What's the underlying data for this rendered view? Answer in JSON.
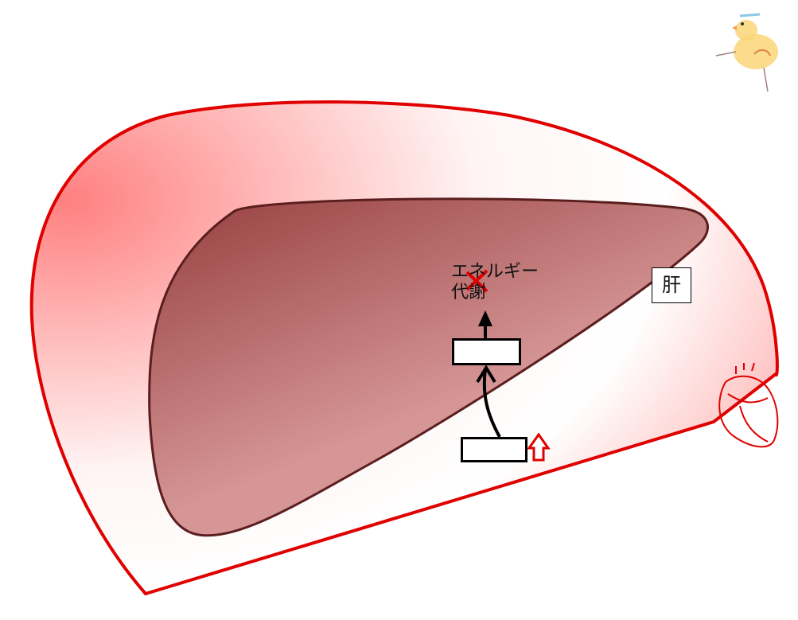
{
  "labels": {
    "energy_line1": "エネルギー",
    "energy_line2": "代謝",
    "liver": "肝"
  },
  "colors": {
    "body_outline": "#e00000",
    "liver_outline": "#5a1e1e",
    "cross": "#e00000",
    "up_arrow": "#e00000"
  }
}
